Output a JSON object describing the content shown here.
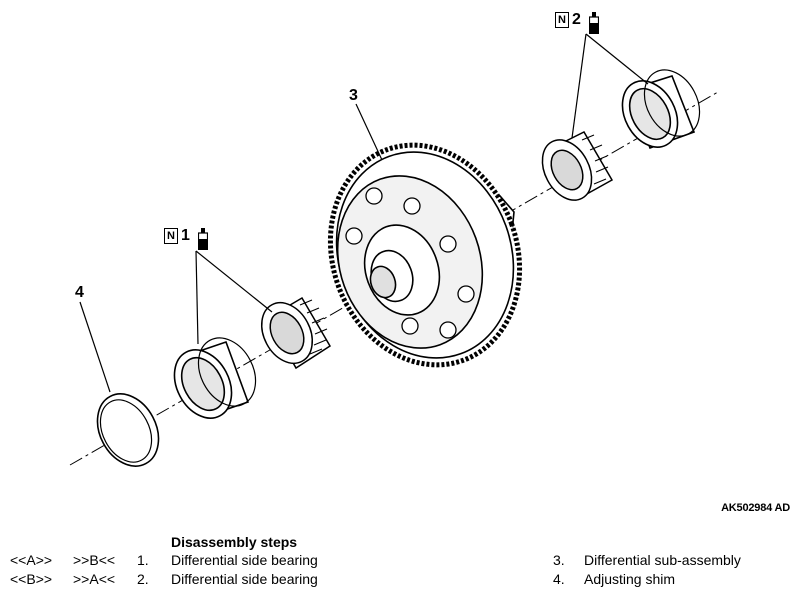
{
  "callouts": {
    "c1": {
      "num": "1",
      "n_mark": "N"
    },
    "c2": {
      "num": "2",
      "n_mark": "N"
    },
    "c3": {
      "num": "3"
    },
    "c4": {
      "num": "4"
    }
  },
  "figure_id": "AK502984 AD",
  "steps": {
    "title": "Disassembly steps",
    "left": [
      {
        "code_a": "<<A>>",
        "code_b": ">>B<<",
        "num": "1.",
        "label": "Differential side bearing"
      },
      {
        "code_a": "<<B>>",
        "code_b": ">>A<<",
        "num": "2.",
        "label": "Differential side bearing"
      }
    ],
    "right": [
      {
        "num": "3.",
        "label": "Differential sub-assembly"
      },
      {
        "num": "4.",
        "label": "Adjusting shim"
      }
    ]
  }
}
